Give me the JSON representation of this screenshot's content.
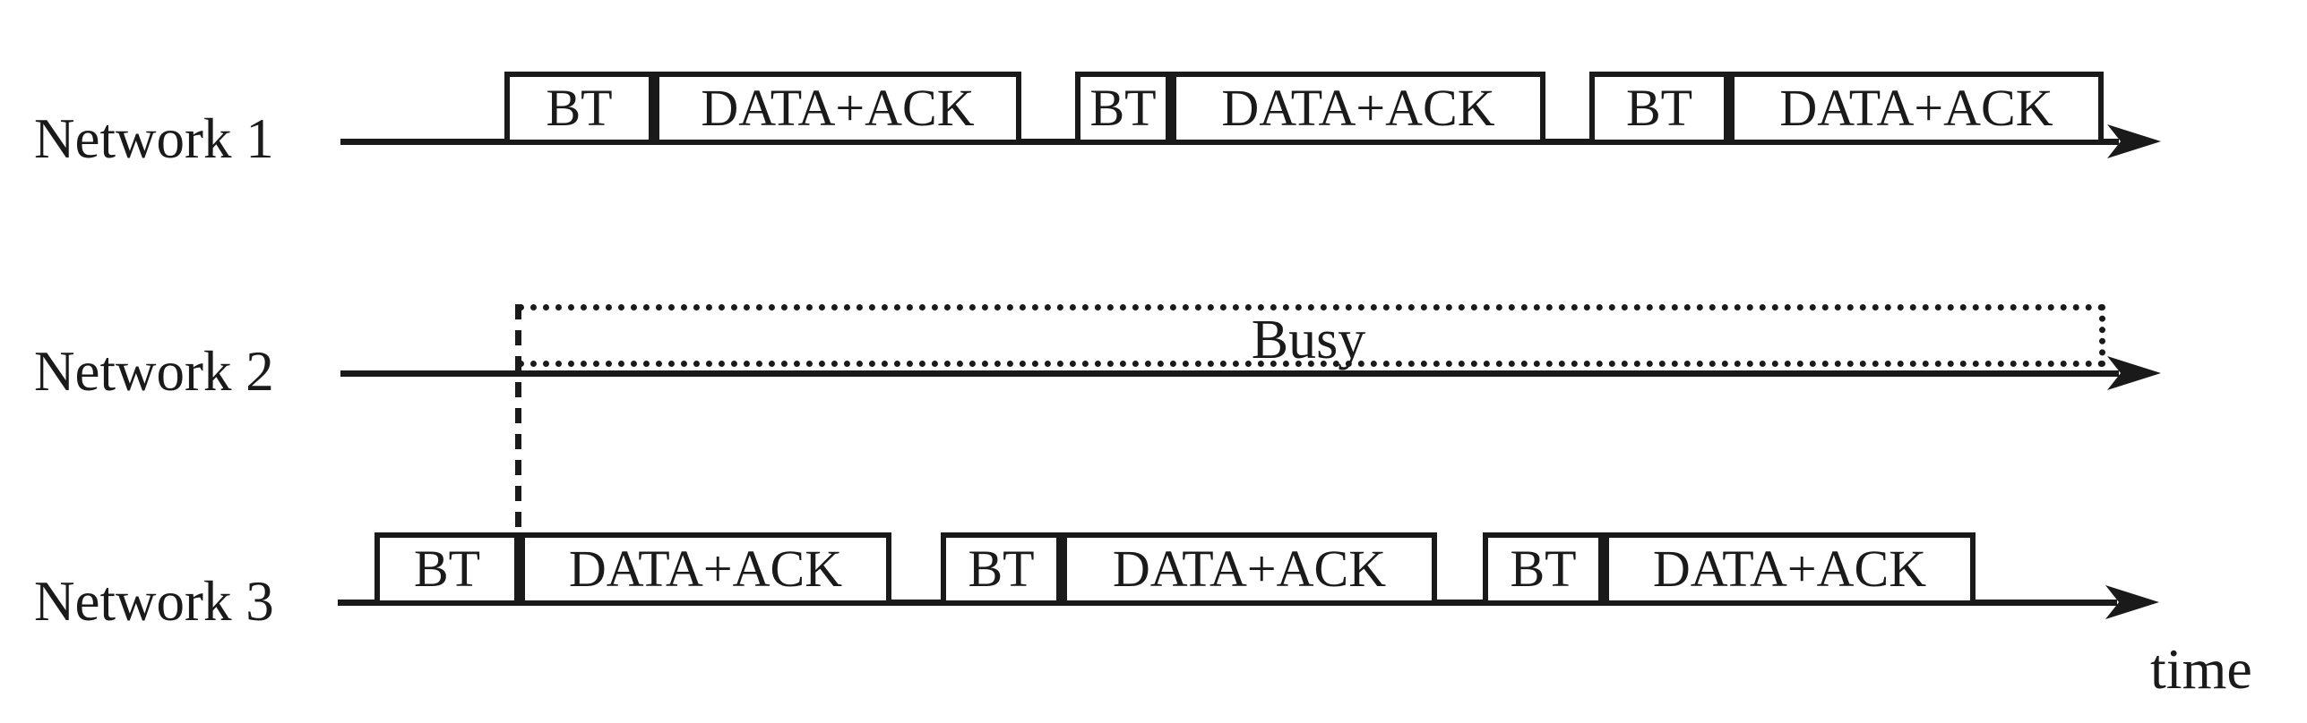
{
  "diagram": {
    "background_color": "#ffffff",
    "ink_color": "#1a1a1a",
    "time_axis_label": "time",
    "networks": [
      {
        "label": "Network 1",
        "segments": [
          "BT",
          "DATA+ACK",
          "BT",
          "DATA+ACK",
          "BT",
          "DATA+ACK"
        ]
      },
      {
        "label": "Network 2",
        "busy_label": "Busy",
        "segments": []
      },
      {
        "label": "Network 3",
        "segments": [
          "BT",
          "DATA+ACK",
          "BT",
          "DATA+ACK",
          "BT",
          "DATA+ACK"
        ]
      }
    ]
  }
}
